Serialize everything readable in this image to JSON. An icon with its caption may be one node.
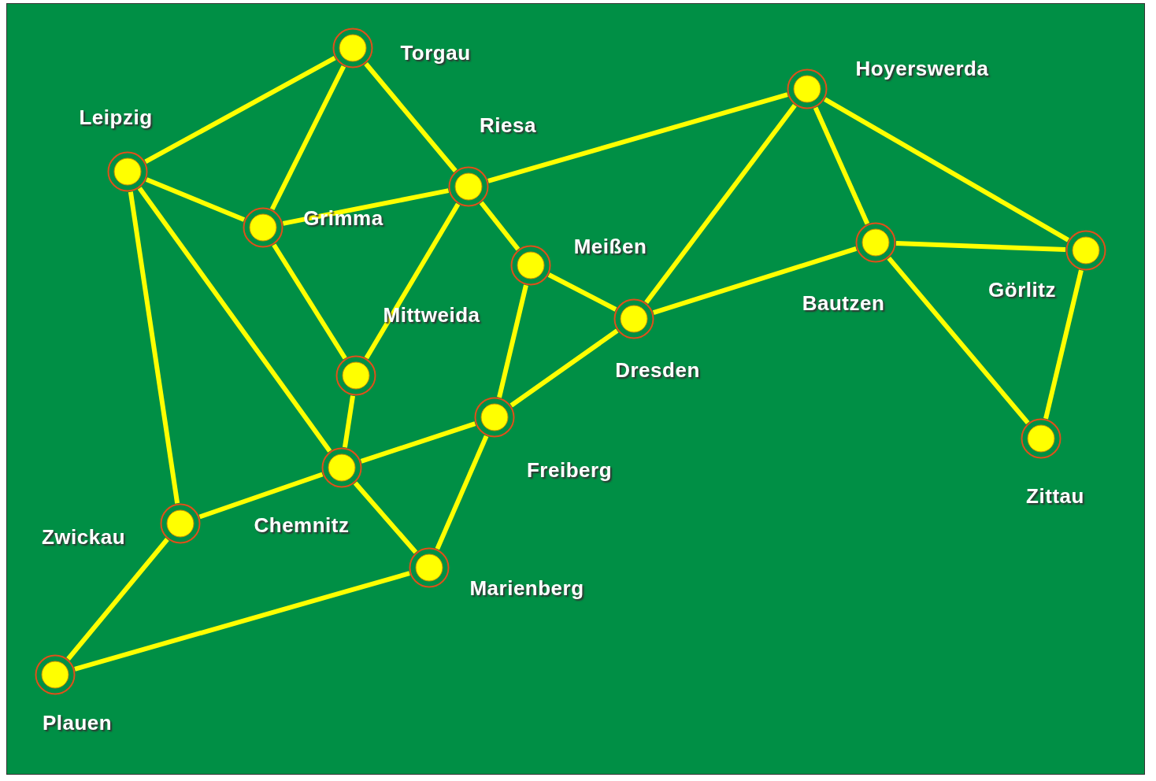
{
  "diagram": {
    "nodes": [
      {
        "text": [],
        "shape": "circle",
        "beside": [
          "Torgau"
        ]
      },
      {
        "text": [],
        "shape": "circle",
        "beside": [
          "Leipzig"
        ]
      },
      {
        "text": [],
        "shape": "circle",
        "beside": [
          "Riesa"
        ]
      },
      {
        "text": [],
        "shape": "circle",
        "beside": [
          "Grimma"
        ]
      },
      {
        "text": [],
        "shape": "circle",
        "beside": [
          "Hoyerswerda"
        ]
      },
      {
        "text": [],
        "shape": "circle",
        "beside": [
          "Meißen"
        ]
      },
      {
        "text": [],
        "shape": "circle",
        "beside": [
          "Mittweida"
        ]
      },
      {
        "text": [],
        "shape": "circle",
        "beside": [
          "Dresden"
        ]
      },
      {
        "text": [],
        "shape": "circle",
        "beside": [
          "Bautzen"
        ]
      },
      {
        "text": [],
        "shape": "circle",
        "beside": [
          "Görlitz"
        ]
      },
      {
        "text": [],
        "shape": "circle",
        "beside": [
          "Freiberg"
        ]
      },
      {
        "text": [],
        "shape": "circle",
        "beside": [
          "Zittau"
        ]
      },
      {
        "text": [],
        "shape": "circle",
        "beside": [
          "Chemnitz"
        ]
      },
      {
        "text": [],
        "shape": "circle",
        "beside": [
          "Zwickau"
        ]
      },
      {
        "text": [],
        "shape": "circle",
        "beside": [
          "Marienberg"
        ]
      },
      {
        "text": [],
        "shape": "circle",
        "beside": [
          "Plauen"
        ]
      }
    ],
    "edges": [
      {
        "from": 1,
        "to": 0,
        "arrow": "none"
      },
      {
        "from": 0,
        "to": 3,
        "arrow": "none"
      },
      {
        "from": 0,
        "to": 2,
        "arrow": "none"
      },
      {
        "from": 1,
        "to": 3,
        "arrow": "none"
      },
      {
        "from": 1,
        "to": 12,
        "arrow": "none"
      },
      {
        "from": 1,
        "to": 13,
        "arrow": "none"
      },
      {
        "from": 3,
        "to": 2,
        "arrow": "none"
      },
      {
        "from": 3,
        "to": 6,
        "arrow": "none"
      },
      {
        "from": 2,
        "to": 6,
        "arrow": "none"
      },
      {
        "from": 2,
        "to": 5,
        "arrow": "none"
      },
      {
        "from": 2,
        "to": 4,
        "arrow": "none"
      },
      {
        "from": 5,
        "to": 7,
        "arrow": "none"
      },
      {
        "from": 5,
        "to": 10,
        "arrow": "none"
      },
      {
        "from": 6,
        "to": 12,
        "arrow": "none"
      },
      {
        "from": 4,
        "to": 7,
        "arrow": "none"
      },
      {
        "from": 4,
        "to": 8,
        "arrow": "none"
      },
      {
        "from": 4,
        "to": 9,
        "arrow": "none"
      },
      {
        "from": 8,
        "to": 9,
        "arrow": "none"
      },
      {
        "from": 7,
        "to": 8,
        "arrow": "none"
      },
      {
        "from": 8,
        "to": 11,
        "arrow": "none"
      },
      {
        "from": 9,
        "to": 11,
        "arrow": "none"
      },
      {
        "from": 7,
        "to": 10,
        "arrow": "none"
      },
      {
        "from": 10,
        "to": 12,
        "arrow": "none"
      },
      {
        "from": 10,
        "to": 14,
        "arrow": "none"
      },
      {
        "from": 12,
        "to": 13,
        "arrow": "none"
      },
      {
        "from": 12,
        "to": 14,
        "arrow": "none"
      },
      {
        "from": 13,
        "to": 15,
        "arrow": "none"
      },
      {
        "from": 15,
        "to": 14,
        "arrow": "none"
      }
    ]
  }
}
